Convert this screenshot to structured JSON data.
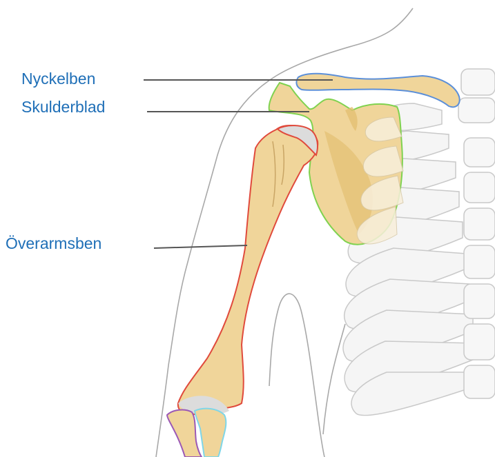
{
  "labels": {
    "clavicle": "Nyckelben",
    "scapula": "Skulderblad",
    "humerus": "Överarmsben"
  },
  "colors": {
    "label_text": "#1f6fb7",
    "bone_fill": "#f0d59a",
    "bone_shade": "#e3bf72",
    "humerus_outline": "#e04a3c",
    "scapula_outline": "#7fd24f",
    "clavicle_outline": "#5b8fd9",
    "radius_outline": "#9b59b6",
    "ulna_outline": "#7fd6e8",
    "cartilage": "#dcdcdc",
    "body_outline": "#a8a8a8",
    "ribs": "#c9c9c9",
    "leader_line": "#555555"
  }
}
